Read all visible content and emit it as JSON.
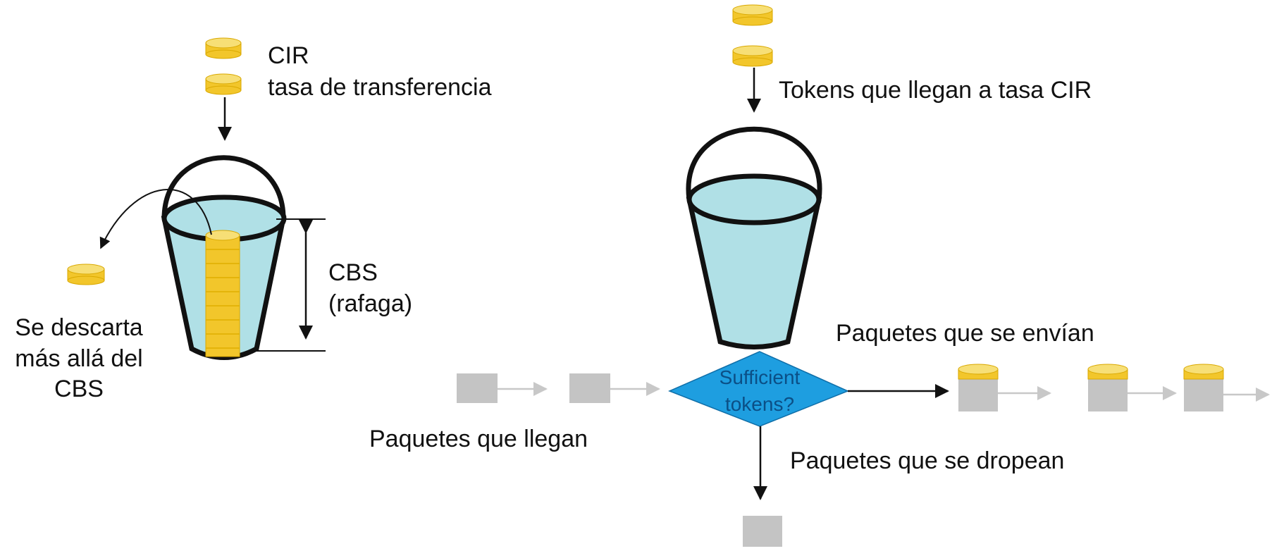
{
  "left": {
    "cir_label": "CIR",
    "rate_label": "tasa de transferencia",
    "cbs_label": "CBS",
    "burst_label": "(rafaga)",
    "discard_line1": "Se descarta",
    "discard_line2": "más allá del",
    "discard_line3": "CBS"
  },
  "right": {
    "tokens_arrive_label": "Tokens que llegan a tasa CIR",
    "decision_line1": "Sufficient",
    "decision_line2": "tokens?",
    "packets_sent_label": "Paquetes que se envían",
    "packets_arrive_label": "Paquetes que llegan",
    "packets_dropped_label": "Paquetes que se dropean"
  },
  "colors": {
    "token_fill": "#f2c62b",
    "token_top": "#f7df76",
    "water": "#b0e0e6",
    "diamond": "#1e9ee0",
    "packet": "#c4c4c4",
    "packet_arrow": "#c8c8c8"
  }
}
